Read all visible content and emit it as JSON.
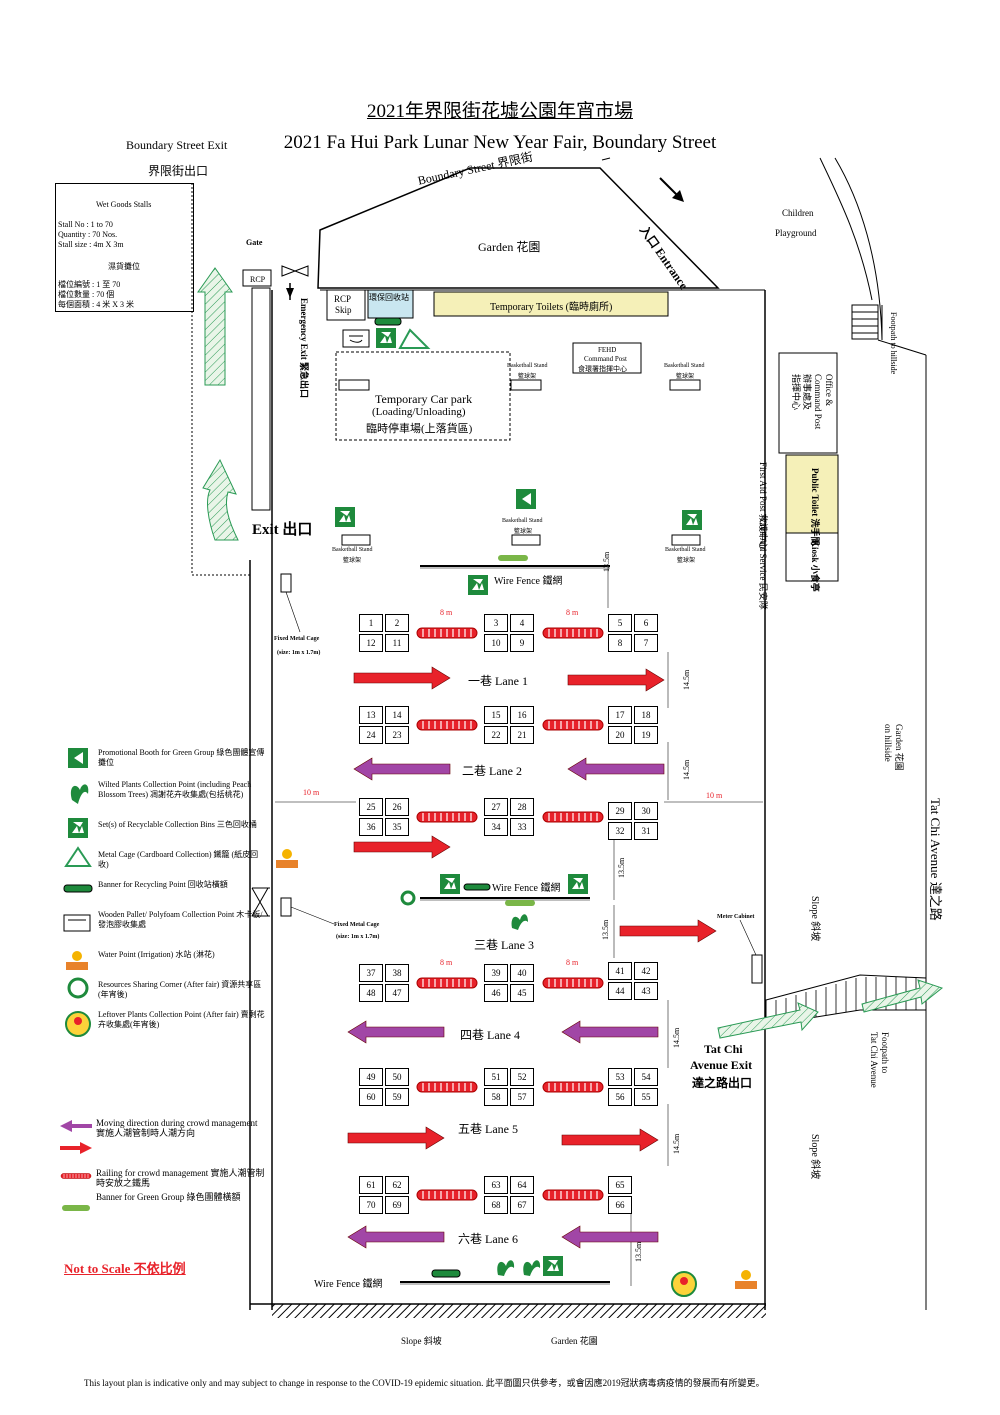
{
  "header": {
    "title_zh": "2021年界限街花墟公園年宵市場",
    "title_en": "2021 Fa Hui Park Lunar New Year Fair, Boundary Street"
  },
  "labels": {
    "boundary_exit_en": "Boundary Street Exit",
    "boundary_exit_zh": "界限街出口",
    "boundary_street": "Boundary Street 界限街",
    "entrance": "入口 Entrance",
    "garden_top": "Garden 花園",
    "children_playground_1": "Children",
    "children_playground_2": "Playground",
    "footpath_hillside": "Footpath to hillside",
    "gate": "Gate",
    "rcp": "RCP",
    "rcp_skip_1": "RCP",
    "rcp_skip_2": "Skip",
    "recycle_station": "環保回收站",
    "temp_toilets": "Temporary Toilets (臨時廁所)",
    "emergency_exit": "Emergency Exit 緊急出口",
    "car_park_1": "Temporary Car park",
    "car_park_2": "(Loading/Unloading)",
    "car_park_3": "臨時停車場(上落貨區)",
    "fehd_1": "FEHD",
    "fehd_2": "Command Post",
    "fehd_3": "食環署指揮中心",
    "basketball_en": "Basketball Stand",
    "basketball_zh": "籃球架",
    "office_1": "Office &",
    "office_2": "Command Post",
    "office_3": "辦事處及",
    "office_4": "指揮中心",
    "public_toilet": "Public Toilet 洗手間",
    "kiosk": "Kiosk 小食亭",
    "first_aid": "First Aid Post 救護中心",
    "civil_aid": "Civil Aid Service 民安隊",
    "exit": "Exit 出口",
    "wire_fence": "Wire Fence 鐵網",
    "fixed_cage_1": "Fixed Metal Cage",
    "fixed_cage_2": "(size: 1m x 1.7m)",
    "meter_cabinet": "Meter Cabinet",
    "garden_hillside_1": "Garden 花園",
    "garden_hillside_2": "on hillside",
    "tat_chi_avenue": "Tat Chi Avenue 達之路",
    "slope": "Slope 斜坡",
    "tat_chi_exit_1": "Tat Chi",
    "tat_chi_exit_2": "Avenue Exit",
    "tat_chi_exit_3": "達之路出口",
    "footpath_tatchi_1": "Footpath to",
    "footpath_tatchi_2": "Tat Chi Avenue",
    "slope_bottom": "Slope 斜坡",
    "garden_bottom": "Garden 花園",
    "not_to_scale": "Not to Scale 不依比例",
    "footer": "This layout plan is indicative only and may subject to change in response to the COVID-19 epidemic situation.     此平面圖只供參考，或會因應2019冠狀病毒病疫情的發展而有所變更。"
  },
  "wet_goods": {
    "title": "Wet Goods Stalls",
    "stall_no": "Stall No  :  1 to 70",
    "quantity": "Quantity : 70 Nos.",
    "size": "Stall size : 4m X 3m",
    "title_zh": "濕貨攤位",
    "no_zh": "檔位編號    : 1 至 70",
    "qty_zh": "檔位數量    : 70 個",
    "size_zh": "每個面積    : 4 米 X 3 米"
  },
  "lanes": [
    "一巷 Lane 1",
    "二巷 Lane 2",
    "三巷  Lane 3",
    "四巷 Lane 4",
    "五巷 Lane 5",
    "六巷 Lane 6"
  ],
  "distances": {
    "d8": "8 m",
    "d10": "10 m",
    "d13_5": "13.5m",
    "d14_5": "14.5m"
  },
  "stall_blocks": [
    [
      "1",
      "2",
      "12",
      "11"
    ],
    [
      "3",
      "4",
      "10",
      "9"
    ],
    [
      "5",
      "6",
      "8",
      "7"
    ],
    [
      "13",
      "14",
      "24",
      "23"
    ],
    [
      "15",
      "16",
      "22",
      "21"
    ],
    [
      "17",
      "18",
      "20",
      "19"
    ],
    [
      "25",
      "26",
      "36",
      "35"
    ],
    [
      "27",
      "28",
      "34",
      "33"
    ],
    [
      "29",
      "30",
      "32",
      "31"
    ],
    [
      "37",
      "38",
      "48",
      "47"
    ],
    [
      "39",
      "40",
      "46",
      "45"
    ],
    [
      "41",
      "42",
      "44",
      "43"
    ],
    [
      "49",
      "50",
      "60",
      "59"
    ],
    [
      "51",
      "52",
      "58",
      "57"
    ],
    [
      "53",
      "54",
      "56",
      "55"
    ],
    [
      "61",
      "62",
      "70",
      "69"
    ],
    [
      "63",
      "64",
      "68",
      "67"
    ],
    [
      "65",
      "",
      "66",
      ""
    ]
  ],
  "legend": [
    {
      "icon": "promo-booth-icon",
      "text": "Promotional Booth for Green Group 綠色團體宣傳攤位"
    },
    {
      "icon": "wilted-plants-icon",
      "text": "Wilted Plants Collection Point (including Peach Blossom Trees) 凋謝花卉收集處(包括桃花)"
    },
    {
      "icon": "recycle-bins-icon",
      "text": "Set(s) of Recyclable Collection Bins 三色回收桶"
    },
    {
      "icon": "metal-cage-icon",
      "text": "Metal Cage (Cardboard Collection) 鐵籠 (紙皮回收)"
    },
    {
      "icon": "banner-recycling-icon",
      "text": "Banner for Recycling Point 回收站橫額"
    },
    {
      "icon": "pallet-icon",
      "text": "Wooden Pallet/ Polyfoam Collection Point 木卡板/發泡膠收集處"
    },
    {
      "icon": "water-point-icon",
      "text": "Water Point (Irrigation) 水站 (淋花)"
    },
    {
      "icon": "resources-sharing-icon",
      "text": "Resources Sharing Corner (After fair) 資源共享區(年宵後)"
    },
    {
      "icon": "leftover-plants-icon",
      "text": "Leftover Plants Collection Point (After fair) 賣剩花卉收集處(年宵後)"
    }
  ],
  "legend2": [
    {
      "icon": "moving-direction-icon",
      "text": "Moving direction during crowd management 實施人潮管制時人潮方向"
    },
    {
      "icon": "railing-icon",
      "text": "Railing for crowd management 實施人潮管制時安放之鐵馬"
    },
    {
      "icon": "green-banner-icon",
      "text": "Banner for Green Group 綠色團體橫額"
    }
  ],
  "colors": {
    "red": "#e8222a",
    "purple": "#a146a6",
    "green": "#1e8a3c",
    "banner_green": "#7ab648",
    "toilet_yellow": "#f5f0b8",
    "recycle_blue": "#c9e6f0"
  }
}
